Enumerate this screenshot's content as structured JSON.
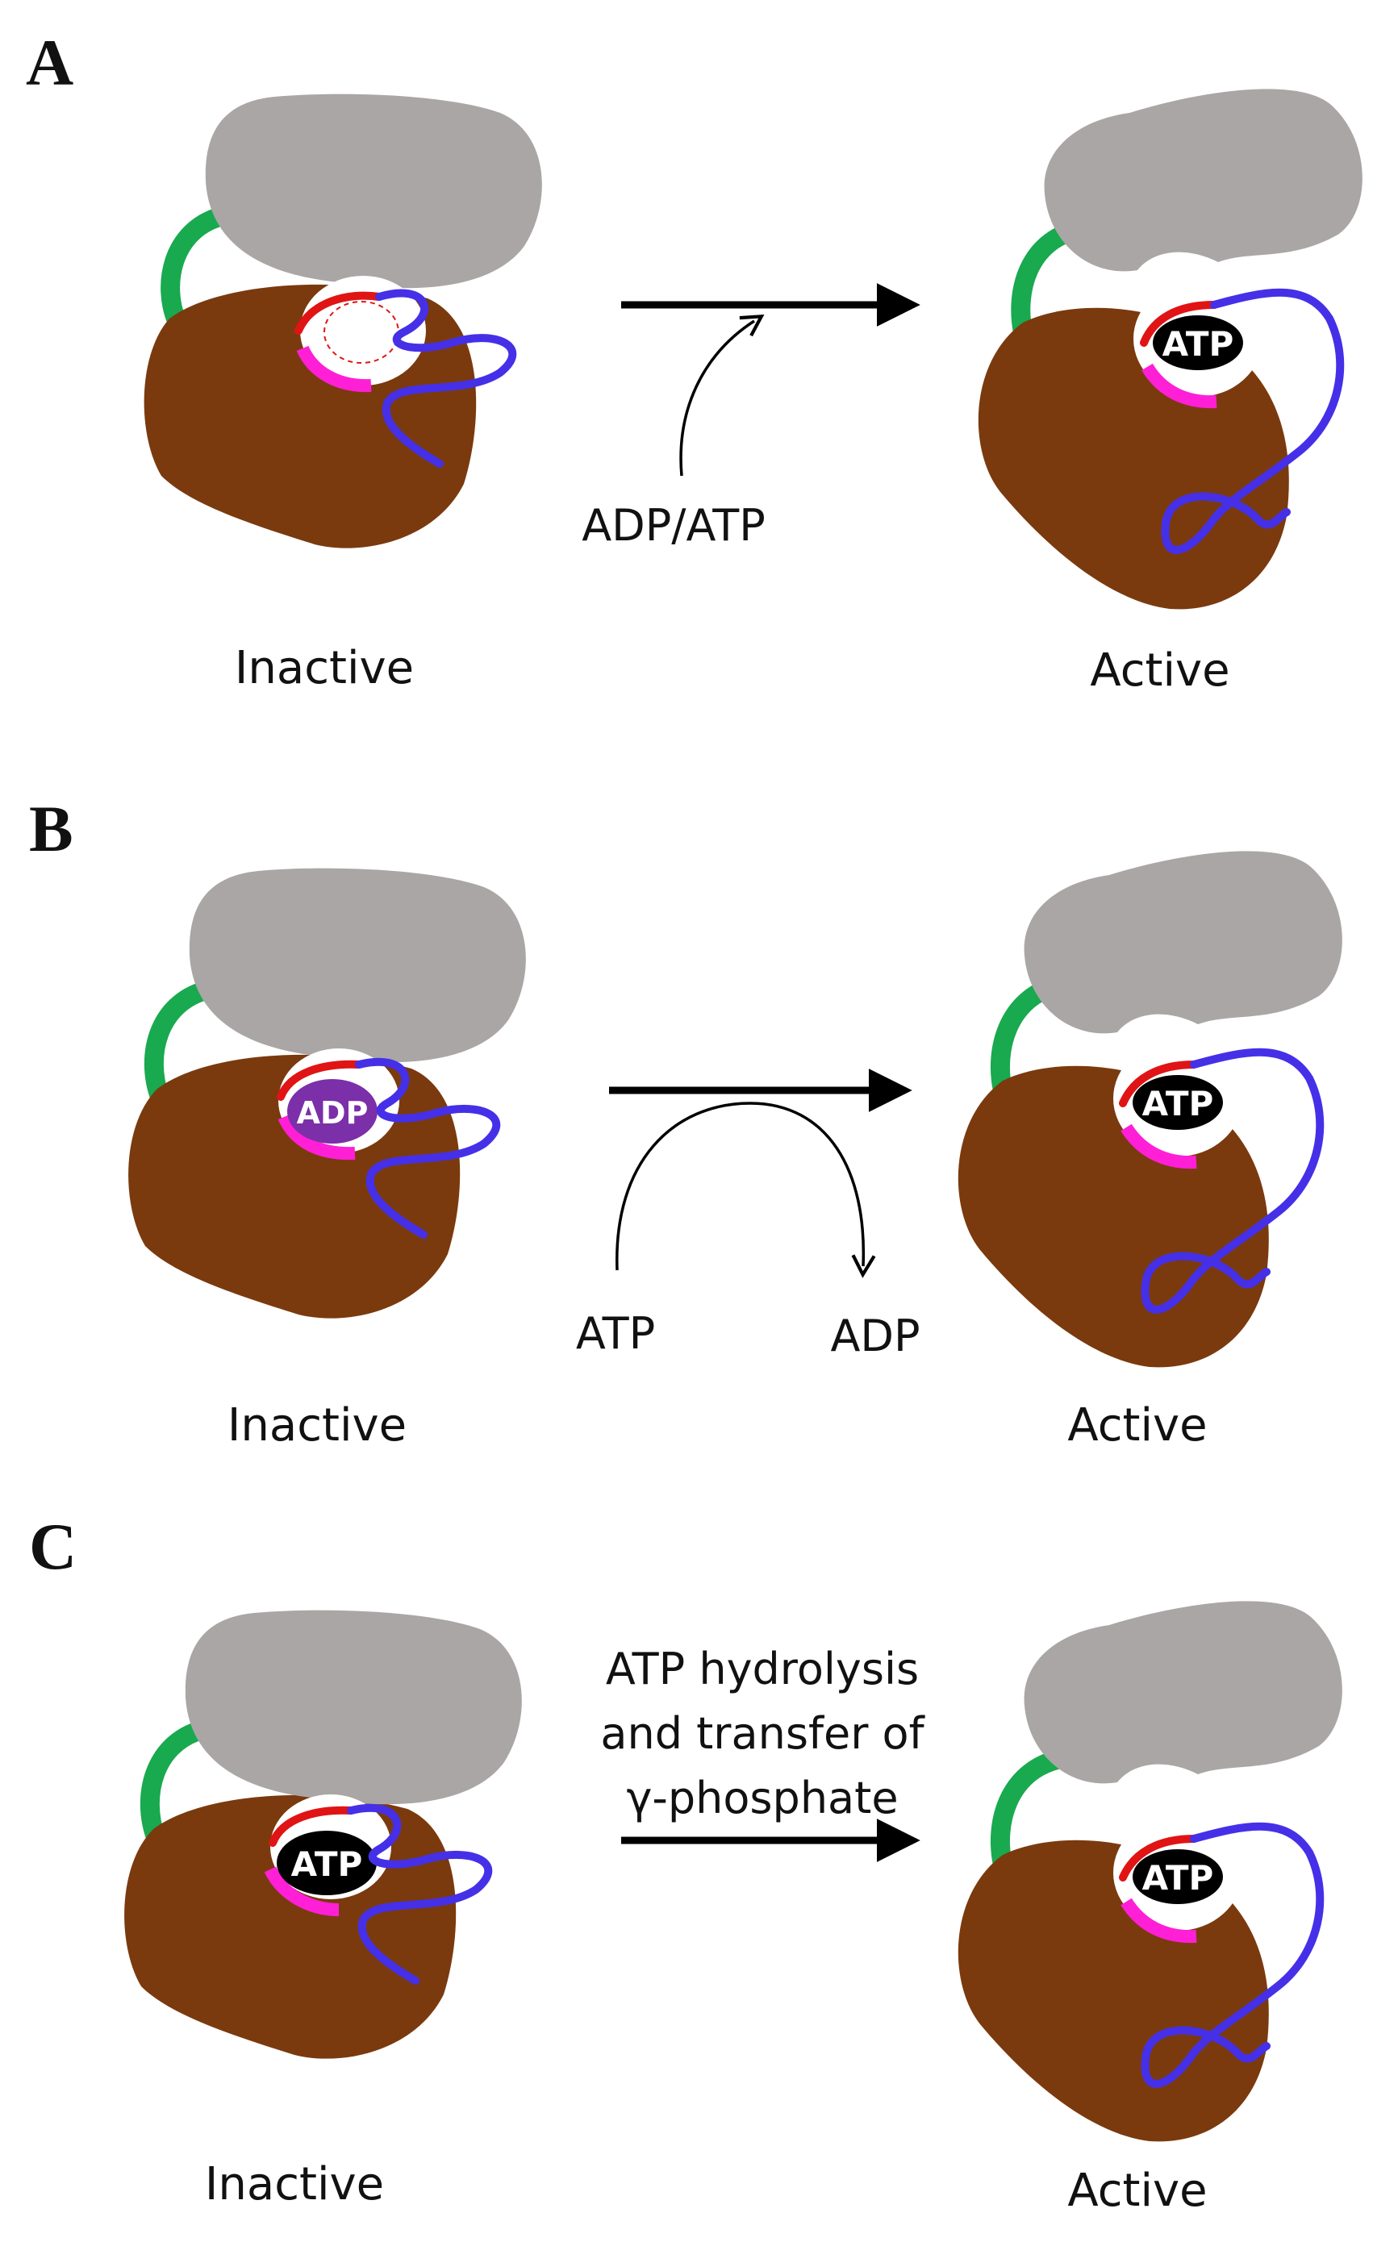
{
  "colors": {
    "grey_lobe": "#aaa6a5",
    "brown_lobe": "#7a3a0e",
    "hinge": "#19a94f",
    "red_loop": "#e01414",
    "magenta_loop": "#ff1fd6",
    "blue_tail": "#4530e8",
    "atp_fill": "#000000",
    "adp_fill": "#7b2fa8",
    "arrow": "#000000"
  },
  "panels": [
    {
      "letter": "A",
      "left": {
        "state_label": "Inactive",
        "nucleotide": "",
        "pocket": "empty-dashed"
      },
      "right": {
        "state_label": "Active",
        "nucleotide": "ATP"
      },
      "arrow": {
        "cofactor_label": "ADP/ATP"
      }
    },
    {
      "letter": "B",
      "left": {
        "state_label": "Inactive",
        "nucleotide": "ADP"
      },
      "right": {
        "state_label": "Active",
        "nucleotide": "ATP"
      },
      "arrow": {
        "in_label": "ATP",
        "out_label": "ADP"
      }
    },
    {
      "letter": "C",
      "left": {
        "state_label": "Inactive",
        "nucleotide": "ATP"
      },
      "right": {
        "state_label": "Active",
        "nucleotide": "ATP"
      },
      "arrow": {
        "caption_lines": [
          "ATP hydrolysis",
          "and transfer of",
          "γ-phosphate"
        ]
      }
    }
  ]
}
